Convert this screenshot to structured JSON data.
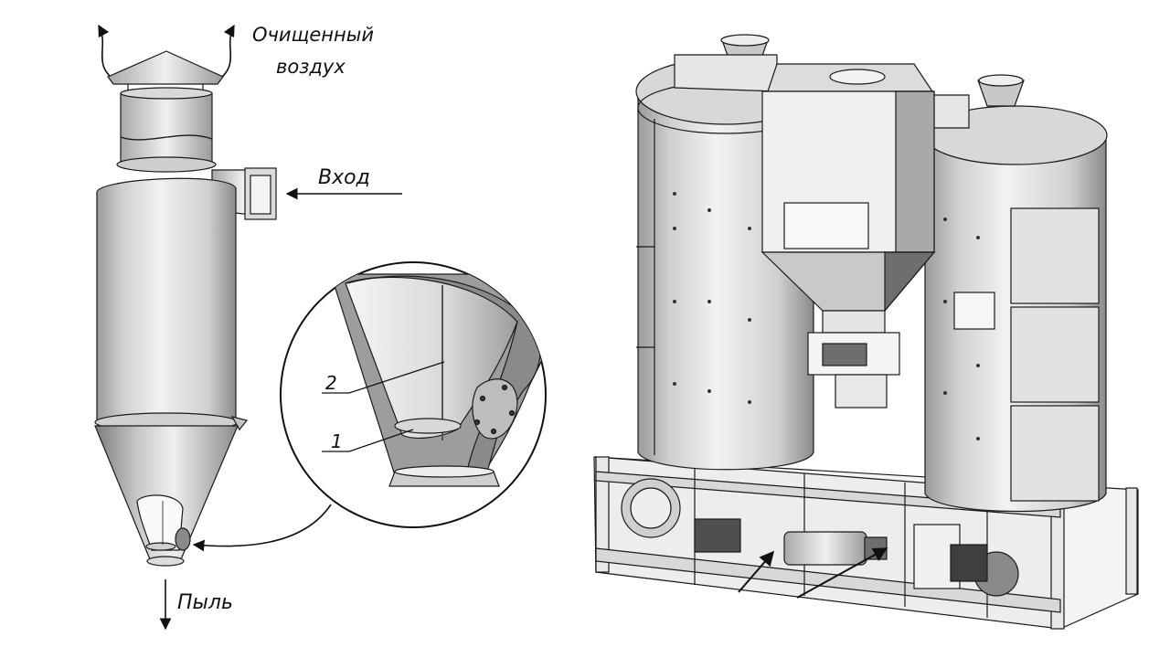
{
  "labels": {
    "clean_air": [
      "Очищенный",
      "воздух"
    ],
    "inlet": "Вход",
    "dust": "Пыль",
    "callout_2": "2",
    "callout_1": "1"
  },
  "colors": {
    "stroke": "#1a1a1a",
    "metal_light": "#e4e4e4",
    "metal_mid": "#bdbdbd",
    "metal_dark": "#6e6e6e"
  }
}
